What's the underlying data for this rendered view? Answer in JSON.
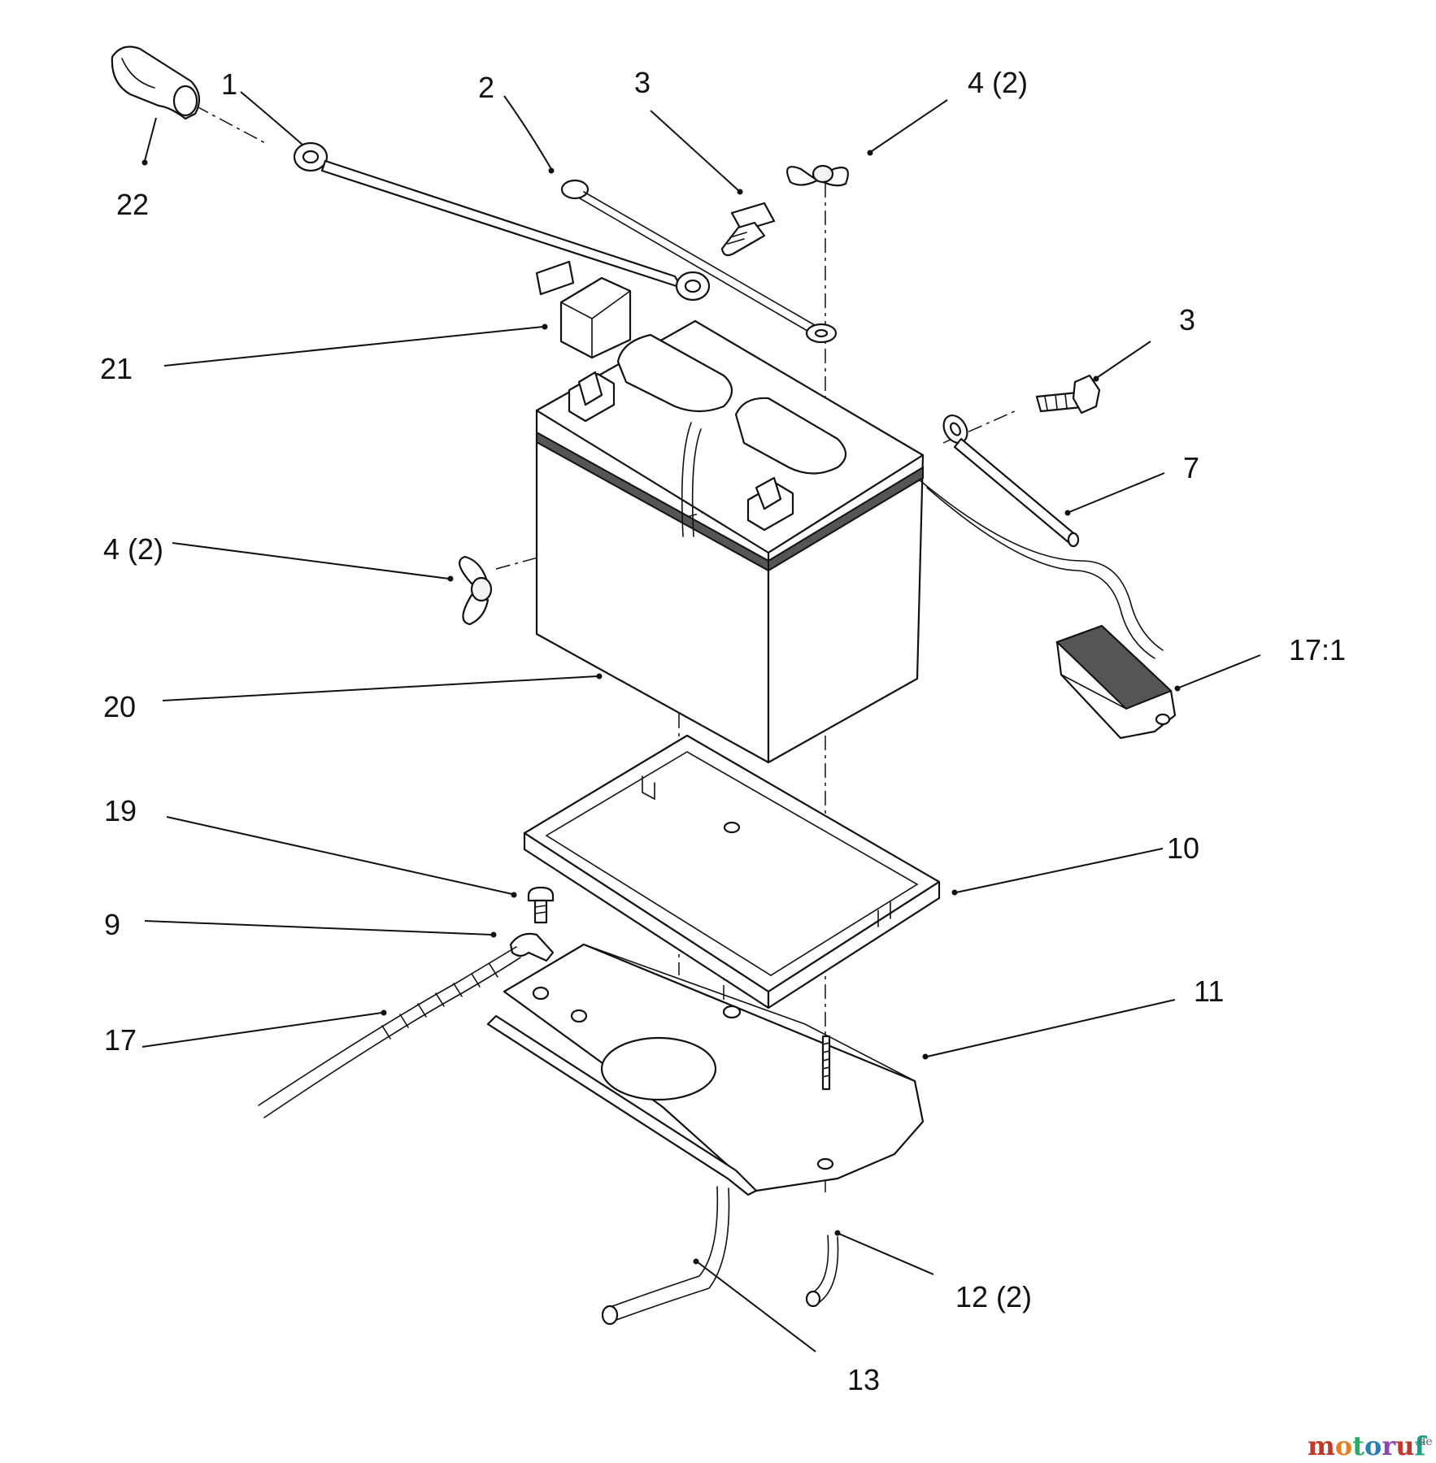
{
  "diagram": {
    "callouts": [
      {
        "id": "c1",
        "label": "1"
      },
      {
        "id": "c2",
        "label": "2"
      },
      {
        "id": "c3a",
        "label": "3"
      },
      {
        "id": "c4a",
        "label": "4 (2)"
      },
      {
        "id": "c22",
        "label": "22"
      },
      {
        "id": "c21",
        "label": "21"
      },
      {
        "id": "c3b",
        "label": "3"
      },
      {
        "id": "c7",
        "label": "7"
      },
      {
        "id": "c4b",
        "label": "4 (2)"
      },
      {
        "id": "c17_1",
        "label": "17:1"
      },
      {
        "id": "c20",
        "label": "20"
      },
      {
        "id": "c19",
        "label": "19"
      },
      {
        "id": "c10",
        "label": "10"
      },
      {
        "id": "c9",
        "label": "9"
      },
      {
        "id": "c11",
        "label": "11"
      },
      {
        "id": "c17",
        "label": "17"
      },
      {
        "id": "c12",
        "label": "12 (2)"
      },
      {
        "id": "c13",
        "label": "13"
      }
    ]
  },
  "watermark": {
    "letters": [
      "m",
      "o",
      "t",
      "o",
      "r",
      "u",
      "f"
    ],
    "suffix": ".de",
    "colors": [
      "#c0392b",
      "#e67e22",
      "#27ae60",
      "#2980b9",
      "#8e44ad",
      "#c0392b",
      "#16a085"
    ]
  }
}
